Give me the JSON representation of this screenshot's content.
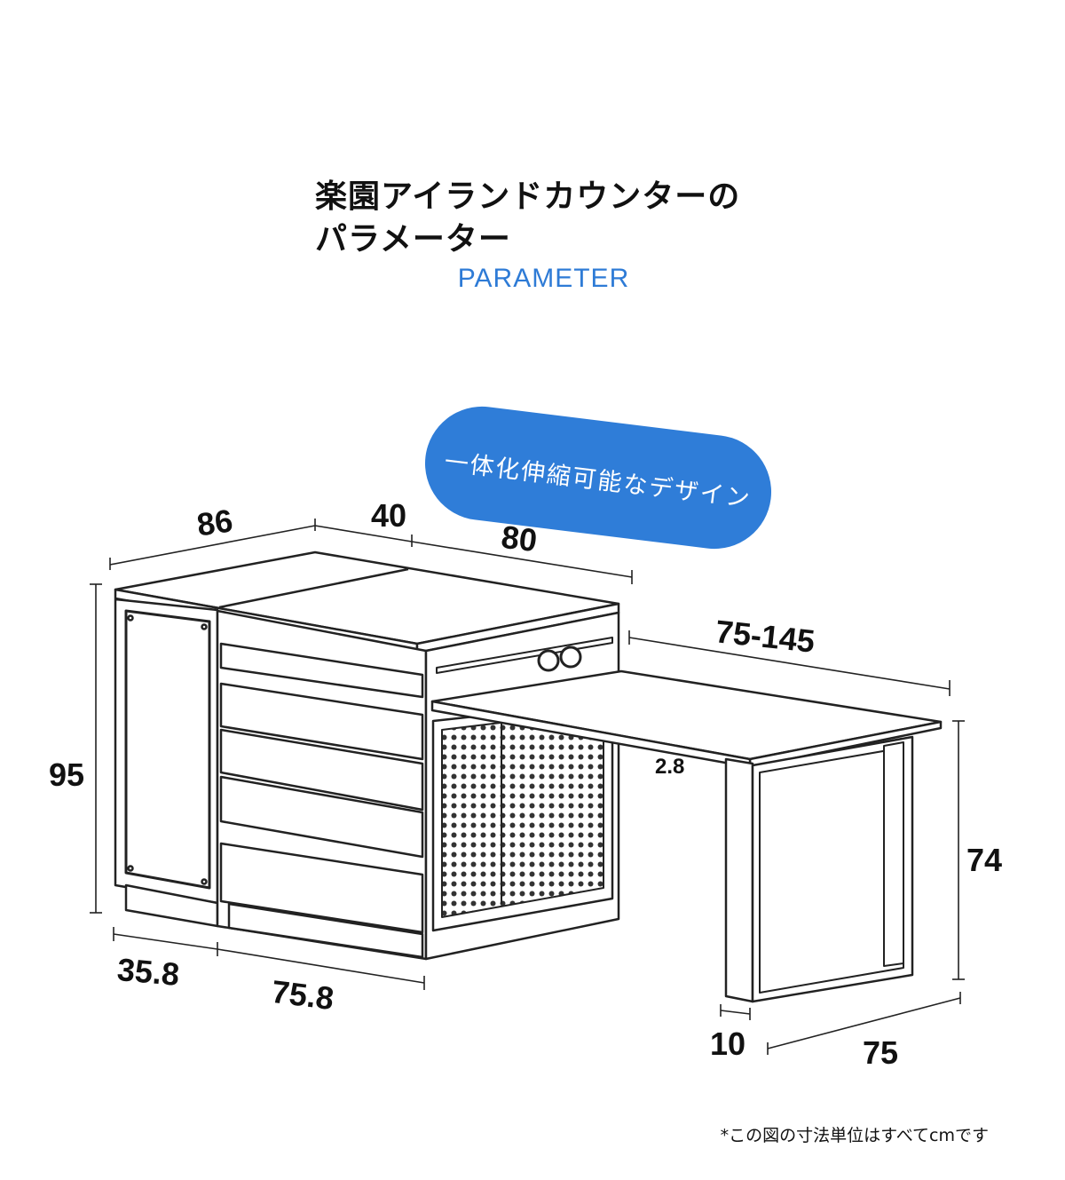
{
  "title": {
    "line1": "楽園アイランドカウンターの",
    "line2": "パラメーター"
  },
  "subtitle": "PARAMETER",
  "badge": "一体化伸縮可能なデザイン",
  "dimensions": {
    "top_left_width": "86",
    "top_middle_depth": "40",
    "top_right_width": "80",
    "extension_range": "75-145",
    "total_height": "95",
    "tabletop_thickness": "2.8",
    "desk_height": "74",
    "side_cabinet_width": "35.8",
    "drawer_unit_width": "75.8",
    "leg_width": "10",
    "desk_depth": "75"
  },
  "note": "*この図の寸法単位はすべてcmです",
  "colors": {
    "accent": "#2E7BD6",
    "badge": "#2F7DD8",
    "line": "#222222"
  }
}
